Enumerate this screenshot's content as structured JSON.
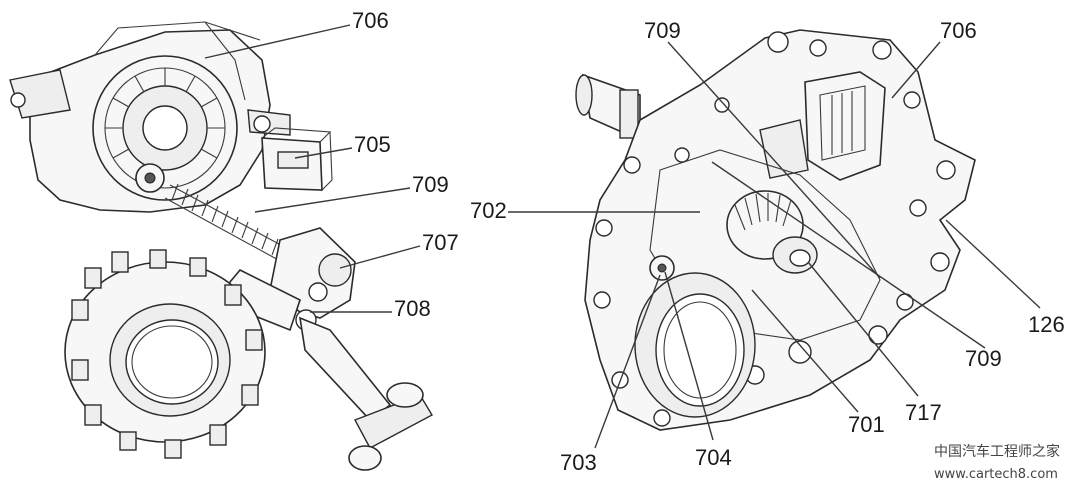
{
  "figure": {
    "left_view_labels": [
      {
        "id": "l706",
        "text": "706"
      },
      {
        "id": "l705",
        "text": "705"
      },
      {
        "id": "l709",
        "text": "709"
      },
      {
        "id": "l707",
        "text": "707"
      },
      {
        "id": "l708",
        "text": "708"
      }
    ],
    "right_view_labels": [
      {
        "id": "r709a",
        "text": "709"
      },
      {
        "id": "r706",
        "text": "706"
      },
      {
        "id": "r702",
        "text": "702"
      },
      {
        "id": "r126",
        "text": "126"
      },
      {
        "id": "r709b",
        "text": "709"
      },
      {
        "id": "r717",
        "text": "717"
      },
      {
        "id": "r701",
        "text": "701"
      },
      {
        "id": "r704",
        "text": "704"
      },
      {
        "id": "r703",
        "text": "703"
      }
    ]
  },
  "watermark": {
    "line1": "中国汽车工程师之家",
    "line2": "www.cartech8.com"
  }
}
